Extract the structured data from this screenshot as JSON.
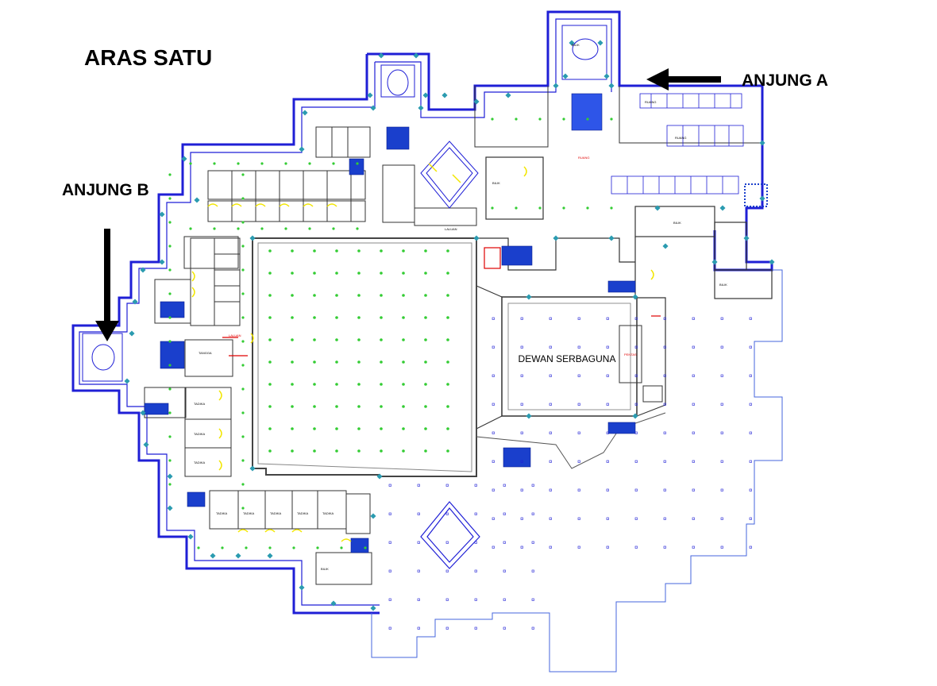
{
  "title": "ARAS SATU",
  "wings": {
    "a": "ANJUNG A",
    "b": "ANJUNG B"
  },
  "main_hall": "DEWAN SERBAGUNA",
  "colors": {
    "outer_wall": "#1f1fd6",
    "inner_wall": "#333333",
    "column_dot": "#33cc33",
    "column_marker": "#2b9bb0",
    "accent_yellow": "#f2e600",
    "accent_red": "#e00000",
    "stair_blue": "#1a3fcc"
  }
}
